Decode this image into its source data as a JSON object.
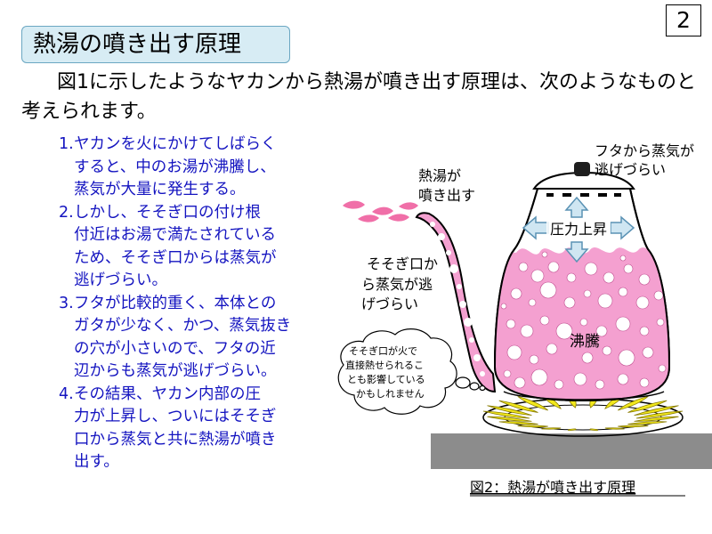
{
  "page": {
    "number": "2"
  },
  "title": "熱湯の噴き出す原理",
  "intro": "図1に示したようなヤカンから熱湯が噴き出す原理は、次のようなものと考えられます。",
  "steps": [
    {
      "num": "1.",
      "lines": [
        "ヤカンを火にかけてしばらく",
        "すると、中のお湯が沸騰し、",
        "蒸気が大量に発生する。"
      ]
    },
    {
      "num": "2.",
      "lines": [
        "しかし、そそぎ口の付け根",
        "付近はお湯で満たされている",
        "ため、そそぎ口からは蒸気が",
        "逃げづらい。"
      ]
    },
    {
      "num": "3.",
      "lines": [
        "フタが比較的重く、本体との",
        "ガタが少なく、かつ、蒸気抜き",
        "の穴が小さいので、フタの近",
        "辺からも蒸気が逃げづらい。"
      ]
    },
    {
      "num": "4.",
      "lines": [
        "その結果、ヤカン内部の圧",
        "力が上昇し、ついにはそそぎ",
        "口から蒸気と共に熱湯が噴き",
        "出す。"
      ]
    }
  ],
  "diagram": {
    "labels": {
      "lid": [
        "フタから蒸気が",
        "逃げづらい"
      ],
      "spout_out": [
        "熱湯が",
        "噴き出す"
      ],
      "pressure": "圧力上昇",
      "spout_steam": [
        "そそぎ口か",
        "ら蒸気が逃",
        "げづらい"
      ],
      "boiling": "沸騰",
      "thought": [
        "そそぎ口が火で",
        "直接熱せられるこ",
        "とも影響している",
        "かもしれません"
      ]
    },
    "caption": "図2：熱湯が噴き出す原理",
    "colors": {
      "water": "#f4a0d0",
      "arrow_fill": "#cfe6f2",
      "arrow_stroke": "#5a92b4",
      "flame": "#f2e81c",
      "stove": "#8c8c8c",
      "steam": "#f06fa8"
    }
  }
}
